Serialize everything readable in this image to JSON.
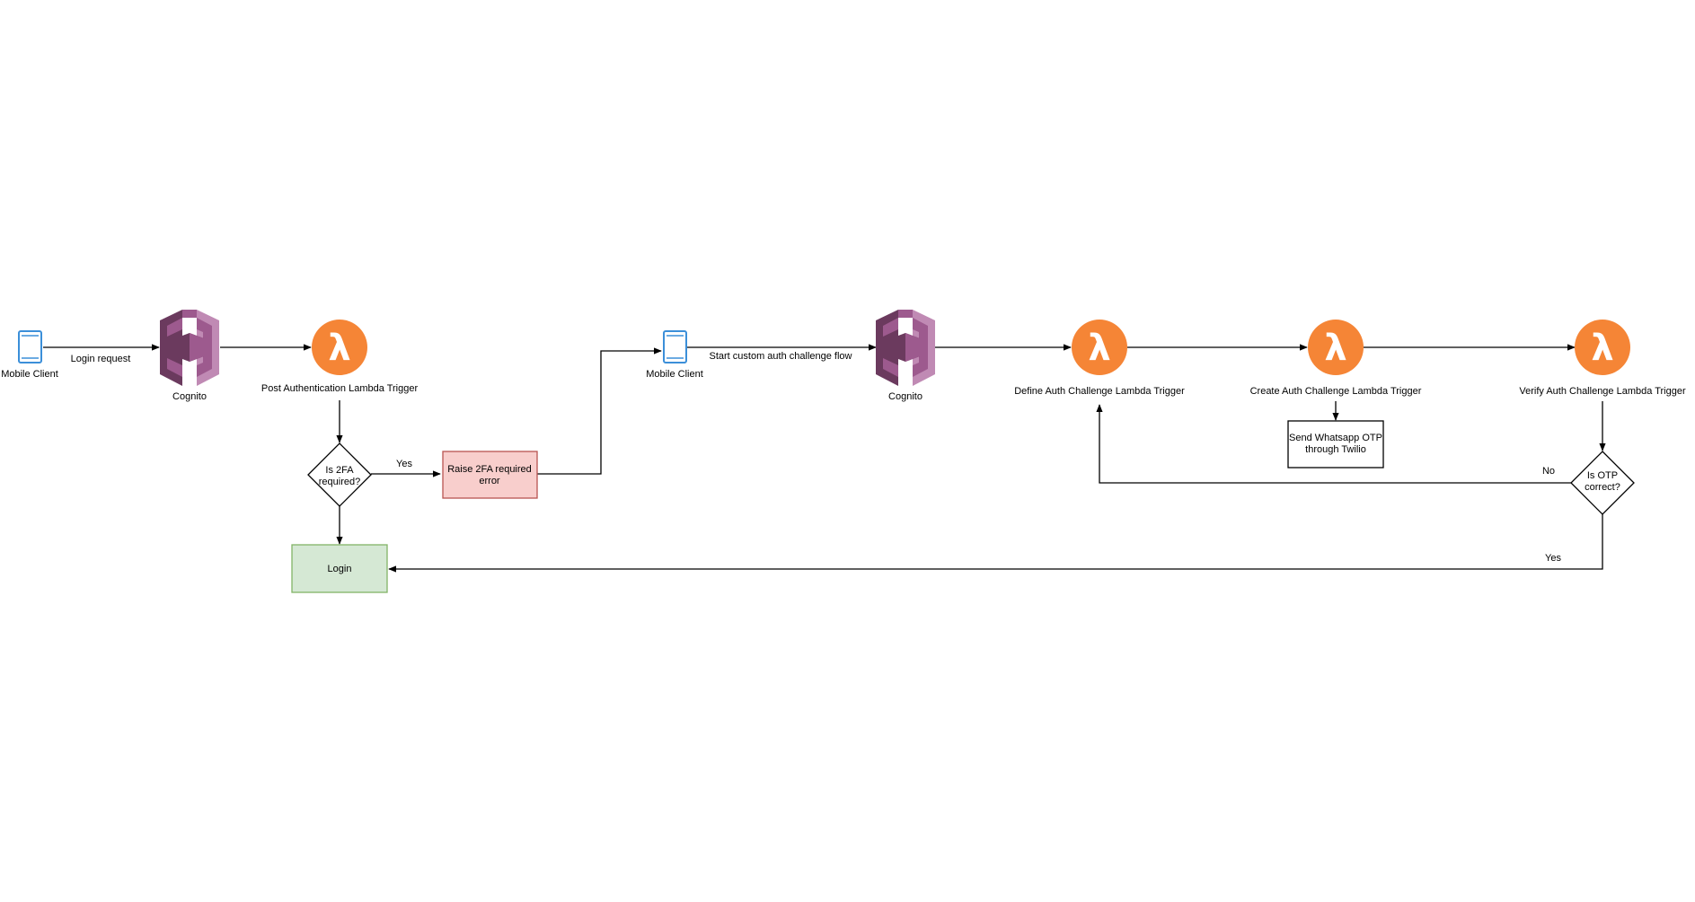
{
  "colors": {
    "lambda_orange": "#f58536",
    "cognito_dark": "#6b3a5e",
    "cognito_mid": "#9d5a8e",
    "cognito_light": "#c08ab4",
    "mobile_blue": "#3b8fd9",
    "error_fill": "#f8cecc",
    "error_stroke": "#b85450",
    "success_fill": "#d5e8d4",
    "success_stroke": "#82b366",
    "line": "#000000"
  },
  "nodes": {
    "mobile_client_1": {
      "label": "Mobile Client",
      "icon": "mobile-device-icon"
    },
    "cognito_1": {
      "label": "Cognito",
      "icon": "cognito-icon"
    },
    "post_auth_lambda": {
      "label": "Post Authentication Lambda Trigger",
      "icon": "lambda-icon"
    },
    "decision_2fa": {
      "line1": "Is 2FA",
      "line2": "required?"
    },
    "raise_error": {
      "line1": "Raise 2FA required",
      "line2": "error"
    },
    "login": {
      "label": "Login"
    },
    "mobile_client_2": {
      "label": "Mobile Client",
      "icon": "mobile-device-icon"
    },
    "cognito_2": {
      "label": "Cognito",
      "icon": "cognito-icon"
    },
    "define_lambda": {
      "label": "Define Auth Challenge Lambda Trigger",
      "icon": "lambda-icon"
    },
    "create_lambda": {
      "label": "Create Auth Challenge Lambda Trigger",
      "icon": "lambda-icon"
    },
    "send_otp": {
      "line1": "Send Whatsapp OTP",
      "line2": "through Twilio"
    },
    "verify_lambda": {
      "label": "Verify Auth Challenge Lambda Trigger",
      "icon": "lambda-icon"
    },
    "decision_otp": {
      "line1": "Is OTP",
      "line2": "correct?"
    }
  },
  "edges": {
    "login_request": "Login request",
    "yes_2fa": "Yes",
    "start_custom_flow": "Start custom auth challenge flow",
    "no_otp": "No",
    "yes_otp": "Yes"
  },
  "glyphs": {
    "lambda": "λ"
  }
}
